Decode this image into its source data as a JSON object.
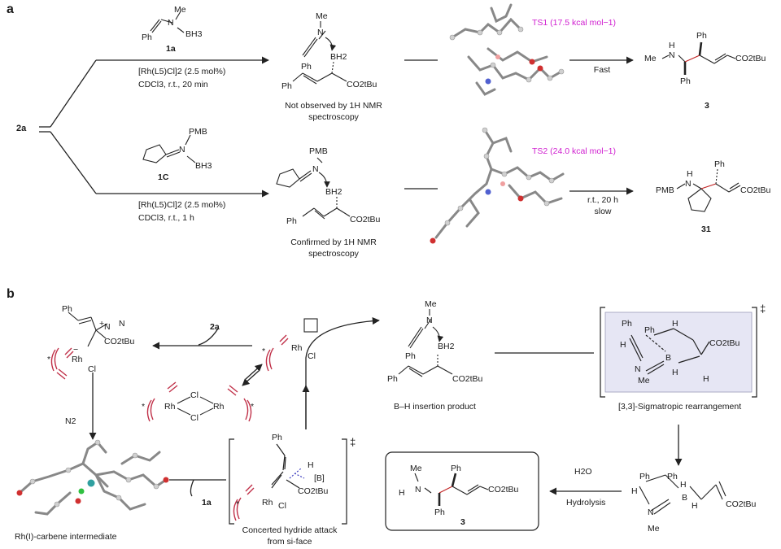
{
  "panel_a": {
    "label": "a",
    "start": "2a",
    "top": {
      "reagent_name": "1a",
      "reagent_atoms": {
        "me": "Me",
        "n": "N",
        "bh3": "BH3",
        "ph": "Ph"
      },
      "conditions_line1": "[Rh(L5)Cl]2 (2.5 mol%)",
      "conditions_line2": "CDCl3, r.t., 20 min",
      "intermediate_atoms": {
        "me": "Me",
        "n": "N",
        "bh2": "BH2",
        "ph1": "Ph",
        "ph2": "Ph",
        "ester": "CO2tBu"
      },
      "intermediate_note1": "Not observed by 1H NMR",
      "intermediate_note2": "spectroscopy",
      "ts_label": "TS1 (17.5 kcal mol−1)",
      "arrow_label": "Fast",
      "product_atoms": {
        "me": "Me",
        "nh": "N",
        "h": "H",
        "ph1": "Ph",
        "ph2": "Ph",
        "ester": "CO2tBu"
      },
      "product_number": "3"
    },
    "bottom": {
      "reagent_name": "1C",
      "reagent_atoms": {
        "pmb": "PMB",
        "n": "N",
        "bh3": "BH3"
      },
      "conditions_line1": "[Rh(L5)Cl]2 (2.5 mol%)",
      "conditions_line2": "CDCl3, r.t., 1 h",
      "intermediate_atoms": {
        "pmb": "PMB",
        "n": "N",
        "bh2": "BH2",
        "ph": "Ph",
        "ester": "CO2tBu"
      },
      "intermediate_note1": "Confirmed by 1H NMR",
      "intermediate_note2": "spectroscopy",
      "ts_label": "TS2 (24.0 kcal mol−1)",
      "arrow_label1": "r.t., 20 h",
      "arrow_label2": "slow",
      "product_atoms": {
        "pmb": "PMB",
        "h": "H",
        "n": "N",
        "ph": "Ph",
        "ester": "CO2tBu"
      },
      "product_number": "31"
    }
  },
  "panel_b": {
    "label": "b",
    "diazo_atoms": {
      "ph": "Ph",
      "n2plus": "N",
      "n2": "N",
      "ester": "CO2tBu",
      "rh": "Rh",
      "cl": "Cl",
      "star": "*",
      "minus": "−",
      "plus": "+"
    },
    "reagent_2a": "2a",
    "n2_loss": "N2",
    "rh_monomer": {
      "rh": "Rh",
      "cl": "Cl",
      "star": "*"
    },
    "rh_dimer": {
      "rh1": "Rh",
      "rh2": "Rh",
      "cl1": "Cl",
      "cl2": "Cl",
      "star1": "*",
      "star2": "*"
    },
    "carbene_caption": "Rh(I)-carbene intermediate",
    "reagent_1a": "1a",
    "hydride_ts": {
      "ph": "Ph",
      "h": "H",
      "b": "[B]",
      "ester": "CO2tBu",
      "rh": "Rh",
      "cl": "Cl",
      "star": "*",
      "dagger": "‡"
    },
    "hydride_caption1": "Concerted hydride attack",
    "hydride_caption2": "from si-face",
    "insertion_atoms": {
      "me": "Me",
      "n": "N",
      "bh2": "BH2",
      "ph1": "Ph",
      "ph2": "Ph",
      "ester": "CO2tBu"
    },
    "insertion_caption": "B–H insertion product",
    "sigma_ts": {
      "ph1": "Ph",
      "ph2": "Ph",
      "h1": "H",
      "h2": "H",
      "h3": "H",
      "h4": "H",
      "n": "N",
      "me": "Me",
      "b": "B",
      "ester": "CO2tBu",
      "dagger": "‡"
    },
    "sigma_caption": "[3,3]-Sigmatropic rearrangement",
    "sigma_product": {
      "ph1": "Ph",
      "ph2": "Ph",
      "h1": "H",
      "h2": "H",
      "h3": "H",
      "n": "N",
      "me": "Me",
      "b": "B",
      "ester": "CO2tBu"
    },
    "h2o": "H2O",
    "hydrolysis": "Hydrolysis",
    "final_atoms": {
      "me": "Me",
      "n": "N",
      "h": "H",
      "ph1": "Ph",
      "ph2": "Ph",
      "ester": "CO2tBu"
    },
    "final_number": "3"
  },
  "colors": {
    "ts_label": "#d020d0",
    "rh_ligand": "#c03048",
    "box_fill": "#e6e6f4",
    "box_border": "#9a9ab8"
  }
}
